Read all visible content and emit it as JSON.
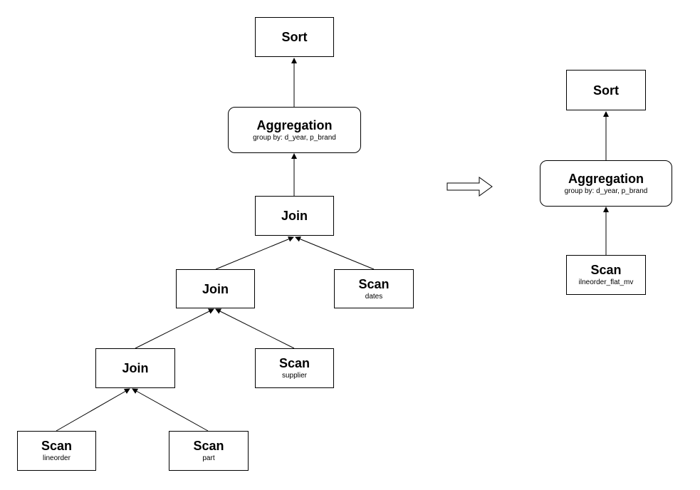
{
  "plan_before": {
    "sort": {
      "title": "Sort"
    },
    "aggregation": {
      "title": "Aggregation",
      "detail": "group by: d_year, p_brand"
    },
    "join_top": {
      "title": "Join"
    },
    "scan_dates": {
      "title": "Scan",
      "detail": "dates"
    },
    "join_mid": {
      "title": "Join"
    },
    "scan_supplier": {
      "title": "Scan",
      "detail": "supplier"
    },
    "join_bottom": {
      "title": "Join"
    },
    "scan_lineorder": {
      "title": "Scan",
      "detail": "lineorder"
    },
    "scan_part": {
      "title": "Scan",
      "detail": "part"
    }
  },
  "plan_after": {
    "sort": {
      "title": "Sort"
    },
    "aggregation": {
      "title": "Aggregation",
      "detail": "group by: d_year, p_brand"
    },
    "scan_mv": {
      "title": "Scan",
      "detail": "ilneorder_flat_mv"
    }
  }
}
